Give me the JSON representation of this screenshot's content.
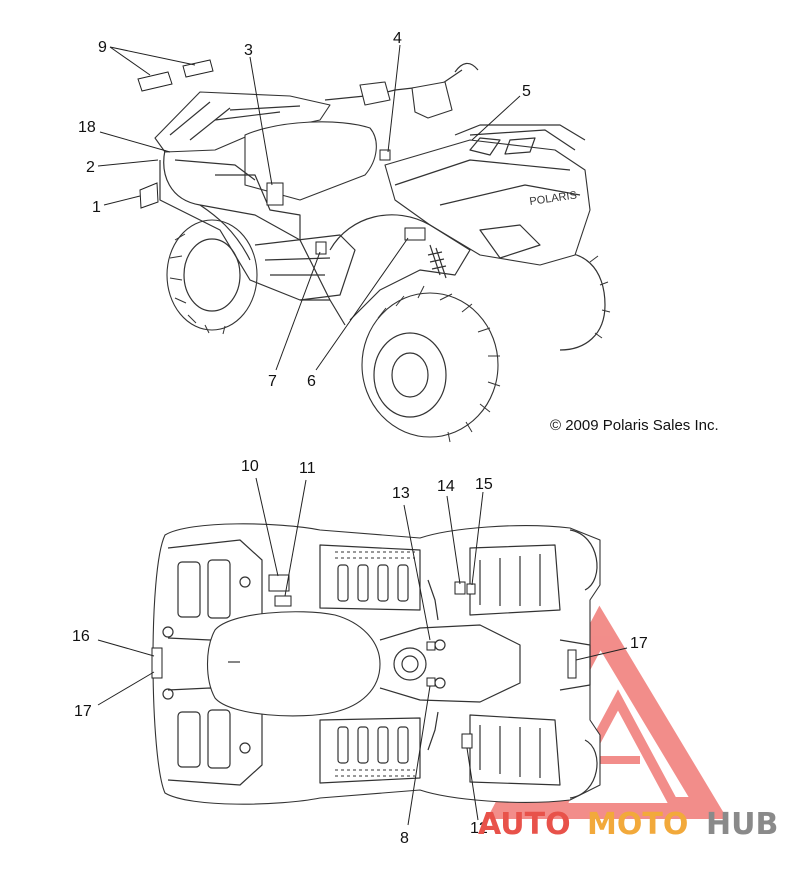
{
  "copyright": "© 2009 Polaris Sales Inc.",
  "brand_on_hood": "POLARIS",
  "watermark": {
    "part_red": "AUTO",
    "part_orange": "MOTO",
    "part_gray": "HUB",
    "colors": {
      "red": "#e8524a",
      "orange": "#f2a93b",
      "gray": "#8a8a8a",
      "logo": "#f07a76"
    }
  },
  "callouts": {
    "c1": "1",
    "c2": "2",
    "c3": "3",
    "c4": "4",
    "c5": "5",
    "c6": "6",
    "c7": "7",
    "c8": "8",
    "c9": "9",
    "c10": "10",
    "c11": "11",
    "c12": "12",
    "c13": "13",
    "c14": "14",
    "c15": "15",
    "c16": "16",
    "c17a": "17",
    "c17b": "17",
    "c18": "18"
  }
}
